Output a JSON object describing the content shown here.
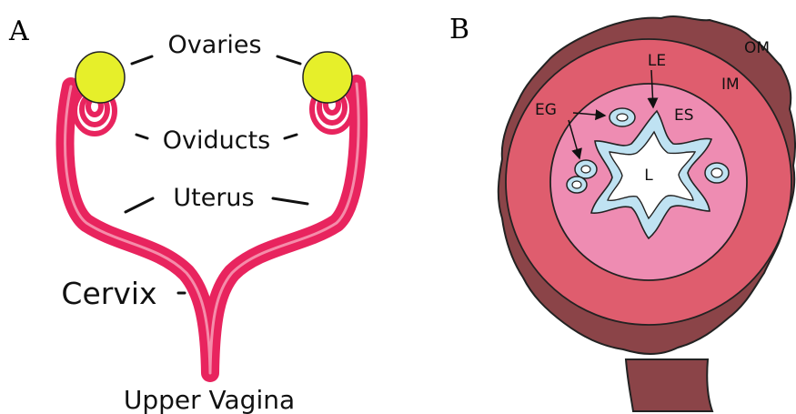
{
  "panels": {
    "a": "A",
    "b": "B"
  },
  "panel_a_labels": {
    "ovaries": "Ovaries",
    "oviducts": "Oviducts",
    "uterus": "Uterus",
    "cervix": "Cervix",
    "upper_vagina": "Upper Vagina"
  },
  "panel_b_labels": {
    "le": "LE",
    "om": "OM",
    "im": "IM",
    "eg": "EG",
    "es": "ES",
    "l": "L"
  },
  "colors": {
    "reproductive_tract": "#e8245e",
    "tract_highlight": "#f7a6bd",
    "ovary": "#e6ef2a",
    "outer_myometrium": "#8b4448",
    "inner_myometrium": "#df5d6e",
    "stroma": "#ee8cb2",
    "luminal_epithelium": "#bfe2f2"
  }
}
